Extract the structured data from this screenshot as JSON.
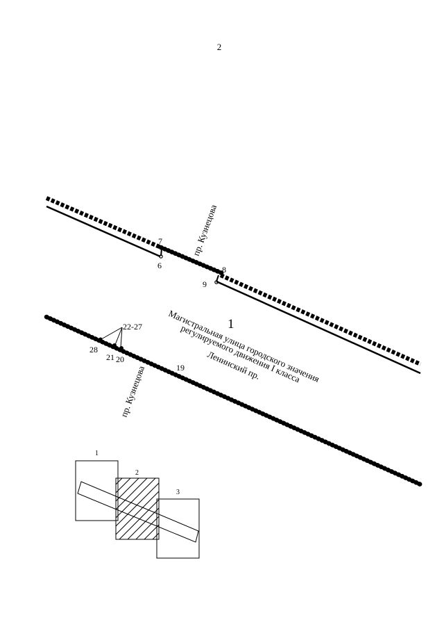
{
  "page_number": "2",
  "zone_number": "1",
  "street_labels": {
    "kuznetsova_top": "пр. Кузнецова",
    "kuznetsova_bottom": "пр. Кузнецова",
    "highway_line1": "Магистральная улица городского значения",
    "highway_line2": "регулируемого движения I класса",
    "leninsky": "Ленинский пр."
  },
  "points": {
    "p6": "6",
    "p7": "7",
    "p8": "8",
    "p9": "9",
    "p19": "19",
    "p20": "20",
    "p21": "21",
    "p22_27": "22-27",
    "p28": "28"
  },
  "sheet_index": [
    "1",
    "2",
    "3"
  ],
  "colors": {
    "ink": "#000000",
    "paper": "#ffffff"
  }
}
